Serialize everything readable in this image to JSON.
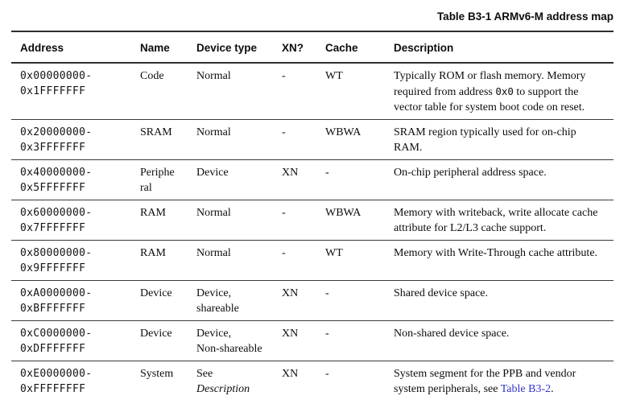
{
  "title": "Table B3-1 ARMv6-M address map",
  "colors": {
    "link_blue": "#3333cc",
    "text": "#0d0d0d"
  },
  "table": {
    "columns": [
      "Address",
      "Name",
      "Device type",
      "XN?",
      "Cache",
      "Description"
    ],
    "rows": [
      {
        "address": "0x00000000-\n0x1FFFFFFF",
        "name": "Code",
        "device_type": [
          {
            "kind": "text",
            "text": "Normal"
          }
        ],
        "xn": "-",
        "cache": "WT",
        "description": [
          {
            "kind": "text",
            "text": "Typically ROM or flash memory. Memory required from address "
          },
          {
            "kind": "mono",
            "text": "0x0"
          },
          {
            "kind": "text",
            "text": " to support the vector table for system boot code on reset."
          }
        ]
      },
      {
        "address": "0x20000000-\n0x3FFFFFFF",
        "name": "SRAM",
        "device_type": [
          {
            "kind": "text",
            "text": "Normal"
          }
        ],
        "xn": "-",
        "cache": "WBWA",
        "description": [
          {
            "kind": "text",
            "text": "SRAM region typically used for on-chip RAM."
          }
        ]
      },
      {
        "address": "0x40000000-\n0x5FFFFFFF",
        "name": "Periphe\nral",
        "device_type": [
          {
            "kind": "text",
            "text": "Device"
          }
        ],
        "xn": "XN",
        "cache": "-",
        "description": [
          {
            "kind": "text",
            "text": "On-chip peripheral address space."
          }
        ]
      },
      {
        "address": "0x60000000-\n0x7FFFFFFF",
        "name": "RAM",
        "device_type": [
          {
            "kind": "text",
            "text": "Normal"
          }
        ],
        "xn": "-",
        "cache": "WBWA",
        "description": [
          {
            "kind": "text",
            "text": "Memory with writeback, write allocate cache attribute for L2/L3 cache support."
          }
        ]
      },
      {
        "address": "0x80000000-\n0x9FFFFFFF",
        "name": "RAM",
        "device_type": [
          {
            "kind": "text",
            "text": "Normal"
          }
        ],
        "xn": "-",
        "cache": "WT",
        "description": [
          {
            "kind": "text",
            "text": "Memory with Write-Through cache attribute."
          }
        ]
      },
      {
        "address": "0xA0000000-\n0xBFFFFFFF",
        "name": "Device",
        "device_type": [
          {
            "kind": "text",
            "text": "Device,\nshareable"
          }
        ],
        "xn": "XN",
        "cache": "-",
        "description": [
          {
            "kind": "text",
            "text": "Shared device space."
          }
        ]
      },
      {
        "address": "0xC0000000-\n0xDFFFFFFF",
        "name": "Device",
        "device_type": [
          {
            "kind": "text",
            "text": "Device,\nNon-shareable"
          }
        ],
        "xn": "XN",
        "cache": "-",
        "description": [
          {
            "kind": "text",
            "text": "Non-shared device space."
          }
        ]
      },
      {
        "address": "0xE0000000-\n0xFFFFFFFF",
        "name": "System",
        "device_type": [
          {
            "kind": "text",
            "text": "See\n"
          },
          {
            "kind": "italic",
            "text": "Description"
          }
        ],
        "xn": "XN",
        "cache": "-",
        "description": [
          {
            "kind": "text",
            "text": "System segment for the PPB and vendor system peripherals, see "
          },
          {
            "kind": "link",
            "text": "Table B3-2"
          },
          {
            "kind": "text",
            "text": "."
          }
        ]
      }
    ]
  }
}
